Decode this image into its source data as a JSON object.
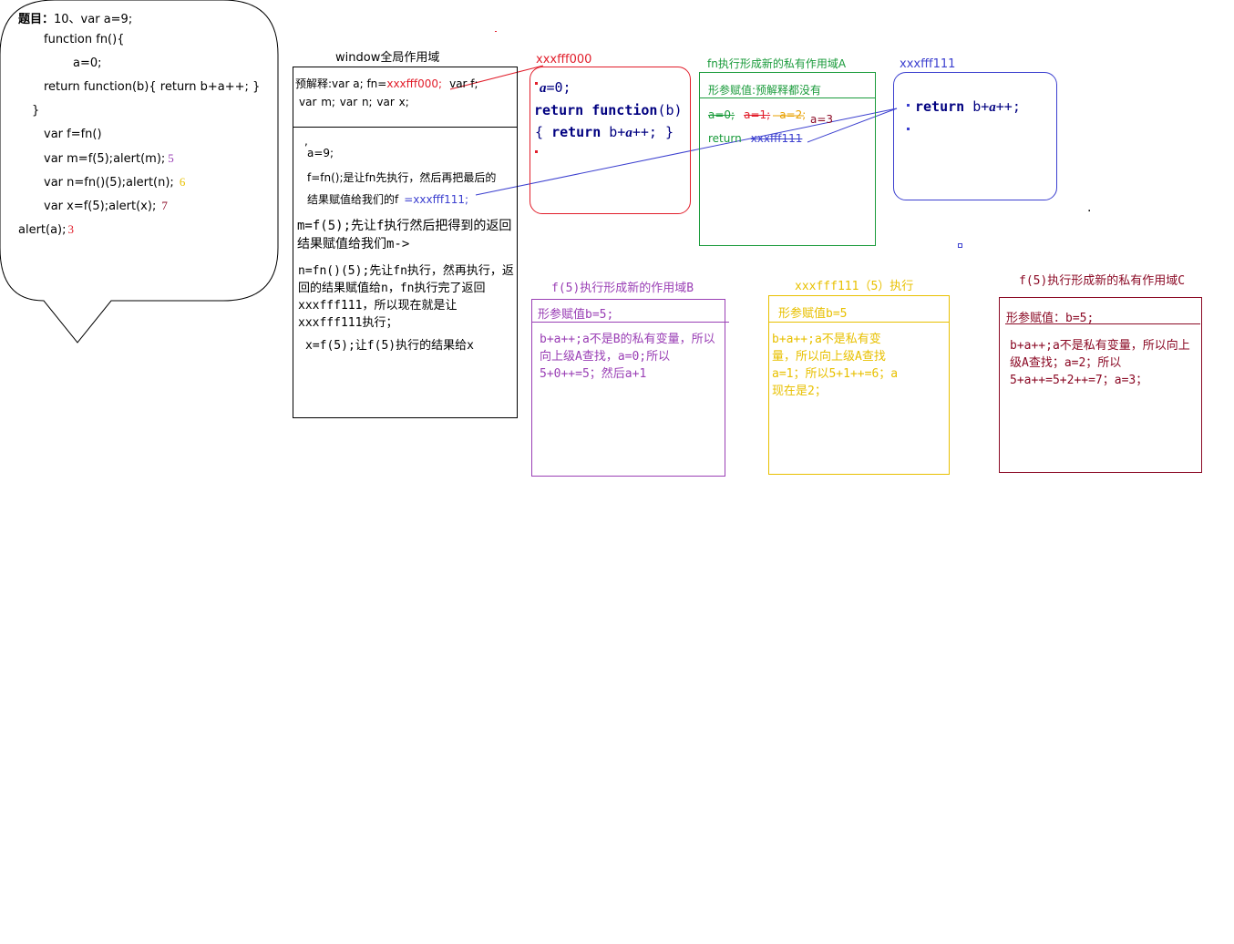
{
  "colors": {
    "black": "#000000",
    "red": "#e11d2a",
    "green": "#1a9b3b",
    "blue": "#3b3fcf",
    "purple": "#9a3fb5",
    "yellow": "#e8c000",
    "darkred": "#8b0a25",
    "navy": "#000080"
  },
  "question": {
    "title_bold": "题目：",
    "line1": "10、var a=9;",
    "line2": "function fn(){",
    "line3": "a=0;",
    "line4": "return function(b){ return b+a++; }",
    "line5": "}",
    "line6": "var f=fn()",
    "line7": "var m=f(5);alert(m);",
    "line7_ans": "5",
    "line8": "var n=fn()(5);alert(n);",
    "line8_ans": "6",
    "line9": "var x=f(5);alert(x);",
    "line9_ans": "7",
    "line10": "alert(a);",
    "line10_ans": "3"
  },
  "window_scope": {
    "title": "window全局作用域",
    "pre_label": "预解释:var a;   fn=",
    "fn_addr": "xxxfff000;",
    "var_f": "var f;",
    "vars_line": "var m;     var n;    var x;",
    "dot": ",",
    "a9": "a=9;",
    "f_line1": "f=fn();是让fn先执行，然后再把最后的",
    "f_line2": "结果赋值给我们的f",
    "f_addr": "=xxxfff111;",
    "m_text": "m=f(5);先让f执行然后把得到的返回结果赋值给我们m->",
    "n_text": "n=fn()(5);先让fn执行，然再执行，返回的结果赋值给n，fn执行完了返回xxxfff111，所以现在就是让xxxfff111执行；",
    "x_text": "x=f(5);让f(5)执行的结果给x"
  },
  "heap_fn": {
    "addr": "xxxfff000",
    "line1_var": "a",
    "line1_rest": "=0;",
    "line2_kw": "return function",
    "line2_rest": "(b)",
    "line3_open": "{",
    "line3_kw": "return",
    "line3_b": "b+",
    "line3_a": "a",
    "line3_rest": "++;  }"
  },
  "scope_a": {
    "title": "fn执行形成新的私有作用域A",
    "header": "形参赋值:预解释都没有",
    "a0": "a=0;",
    "a1": "a=1;",
    "a2": "a=2;",
    "a3": "a=3",
    "ret": "return",
    "ret_addr": "xxxfff111"
  },
  "heap_fn2": {
    "addr": "xxxfff111",
    "kw": "return",
    "b": "b+",
    "a": "a",
    "rest": "++;"
  },
  "scope_b": {
    "title": "f(5)执行形成新的作用域B",
    "header": "形参赋值b=5;",
    "body": "b+a++;a不是B的私有变量，所以向上级A查找，a=0;所以5+0++=5；然后a+1"
  },
  "scope_fn111": {
    "title": "xxxfff111（5）执行",
    "header": "形参赋值b=5",
    "body": "b+a++;a不是私有变量，所以向上级A查找a=1；所以5+1++=6；a现在是2；"
  },
  "scope_c": {
    "title": "f(5)执行形成新的私有作用域C",
    "header": "形参赋值：b=5;",
    "body": "b+a++;a不是私有变量，所以向上级A查找；a=2；所以5+a++=5+2++=7；a=3；"
  },
  "misc": {
    "dot": "."
  }
}
